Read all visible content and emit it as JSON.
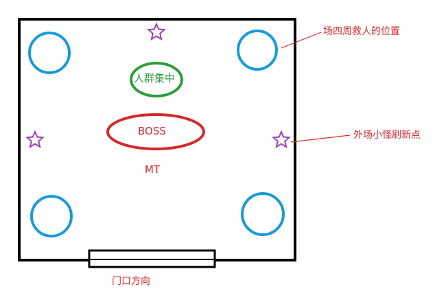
{
  "labels": {
    "crowd": "人群集中",
    "boss": "BOSS",
    "mt": "MT",
    "door": "门口方向"
  },
  "annotations": {
    "rescue": "场四周救人的位置",
    "spawn": "外场小怪刷新点"
  },
  "colors": {
    "wall": "#000000",
    "rescue_circle": "#1a9bd7",
    "crowd_ellipse": "#2f9e3f",
    "boss_ellipse": "#d42a2a",
    "spawn_star": "#9b3fb5",
    "annotation": "#d42a2a"
  }
}
